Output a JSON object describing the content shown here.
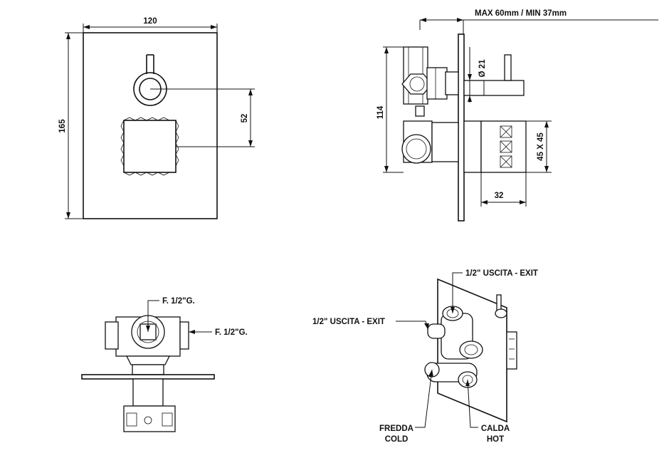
{
  "dimensions": {
    "width": "120",
    "height": "165",
    "spacing": "52",
    "depth_range": "MAX 60mm / MIN 37mm",
    "pipe_diameter": "Ø 21",
    "body_height": "114",
    "handle_size": "45 X 45",
    "handle_projection": "32"
  },
  "labels": {
    "connection_top": "F. 1/2\"G.",
    "connection_right": "F. 1/2\"G.",
    "exit_top": "1/2\" USCITA - EXIT",
    "exit_left": "1/2\" USCITA - EXIT",
    "cold_it": "FREDDA",
    "cold_en": "COLD",
    "hot_it": "CALDA",
    "hot_en": "HOT"
  }
}
